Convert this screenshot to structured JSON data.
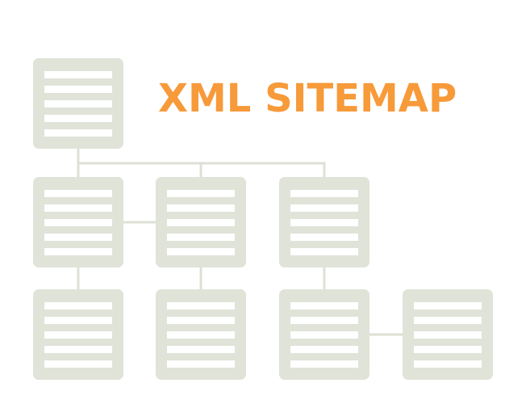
{
  "title": "XML SITEMAP",
  "colors": {
    "title": "#f79a3a",
    "page_box": "#e0e3d8",
    "page_lines": "#ffffff",
    "connectors": "#dde0d5"
  },
  "icons": {
    "page": "document-page-icon"
  },
  "diagram": {
    "nodes": [
      {
        "id": "root",
        "level": 0,
        "column": 0
      },
      {
        "id": "l1-a",
        "level": 1,
        "column": 0
      },
      {
        "id": "l1-b",
        "level": 1,
        "column": 1
      },
      {
        "id": "l1-c",
        "level": 1,
        "column": 2
      },
      {
        "id": "l2-a",
        "level": 2,
        "column": 0
      },
      {
        "id": "l2-b",
        "level": 2,
        "column": 1
      },
      {
        "id": "l2-c",
        "level": 2,
        "column": 2
      },
      {
        "id": "l2-d",
        "level": 2,
        "column": 3
      }
    ],
    "edges": [
      [
        "root",
        "l1-a"
      ],
      [
        "root",
        "l1-b"
      ],
      [
        "root",
        "l1-c"
      ],
      [
        "l1-a",
        "l1-b"
      ],
      [
        "l1-a",
        "l2-a"
      ],
      [
        "l1-b",
        "l2-b"
      ],
      [
        "l1-c",
        "l2-c"
      ],
      [
        "l2-c",
        "l2-d"
      ]
    ]
  }
}
